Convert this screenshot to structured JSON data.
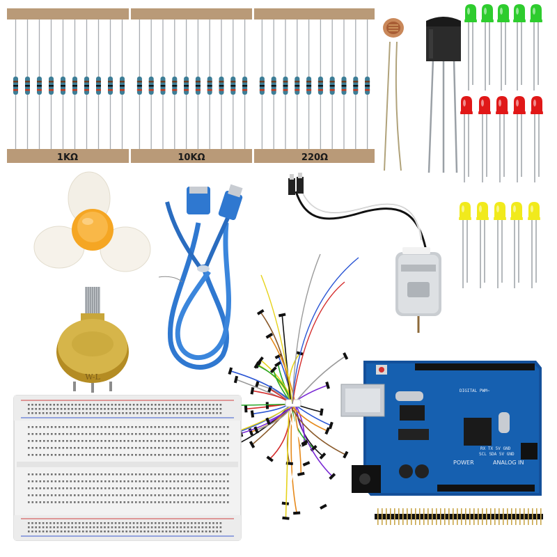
{
  "resistor_labels": [
    "1KΩ",
    "10KΩ",
    "220Ω"
  ],
  "potentiometer_marking": "W-L",
  "arduino": {
    "silkscreen_digital": "DIGITAL PWM~",
    "silkscreen_power": "POWER",
    "silkscreen_analog": "ANALOG IN",
    "silkscreen_txrx": "RX TX 5V GND",
    "silkscreen_scl": "SCL SDA 5V GND"
  },
  "colors": {
    "resistor_tape": "#b99a78",
    "resistor_body": "#3d7d96",
    "led_green": "#2ecc2e",
    "led_red": "#e01818",
    "led_yellow": "#f1ea1c",
    "usb_cable": "#2f78d0",
    "arduino_pcb": "#14509a",
    "pot_body": "#c8a63a",
    "fan_hub": "#f5a623"
  },
  "components": [
    "resistor-set",
    "photoresistor",
    "transistor",
    "green-leds",
    "red-leds",
    "yellow-leds",
    "fan-propeller",
    "usb-cable",
    "dc-motor",
    "jumper-wires",
    "potentiometer",
    "breadboard",
    "arduino-uno-board",
    "pin-header"
  ]
}
